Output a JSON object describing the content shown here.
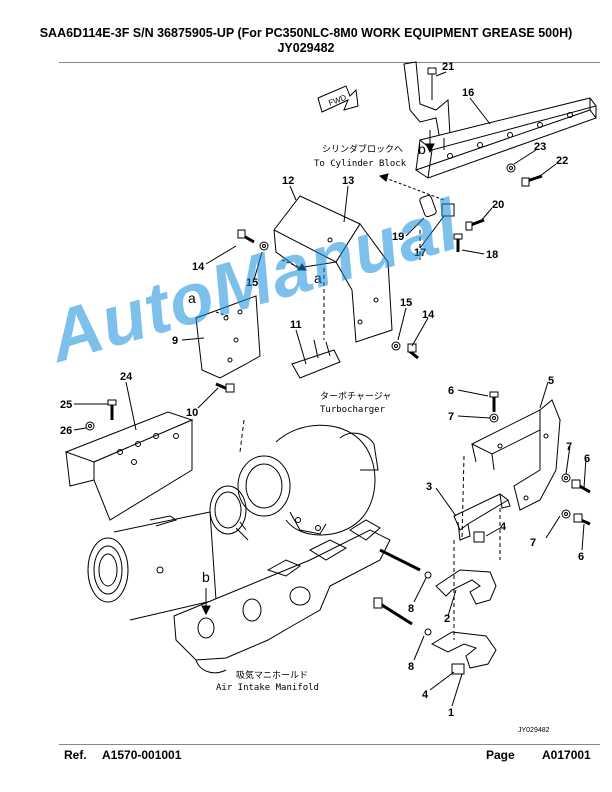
{
  "header": {
    "title": "SAA6D114E-3F S/N 36875905-UP (For PC350NLC-8M0 WORK EQUIPMENT GREASE 500H)",
    "code": "JY029482"
  },
  "footer": {
    "ref_label": "Ref.",
    "ref_value": "A1570-001001",
    "page_label": "Page",
    "page_value": "A017001"
  },
  "watermark": "AutoManual",
  "diagram": {
    "fwd_label": "FWD",
    "cylinder_block_jp": "シリンダブロックへ",
    "cylinder_block_en": "To Cylinder Block",
    "turbo_jp": "ターボチャージャ",
    "turbo_en": "Turbocharger",
    "manifold_jp": "吸気マニホールド",
    "manifold_en": "Air Intake Manifold",
    "drawing_code": "JY029482",
    "ref_a": "a",
    "ref_b": "b",
    "callouts": [
      "21",
      "16",
      "23",
      "22",
      "20",
      "17",
      "18",
      "19",
      "12",
      "13",
      "14",
      "15",
      "15",
      "14",
      "11",
      "9",
      "24",
      "25",
      "26",
      "10",
      "5",
      "6",
      "7",
      "7",
      "6",
      "7",
      "6",
      "3",
      "4",
      "2",
      "8",
      "8",
      "4",
      "1"
    ]
  },
  "colors": {
    "watermark": "#1e90dc",
    "line": "#000000"
  }
}
